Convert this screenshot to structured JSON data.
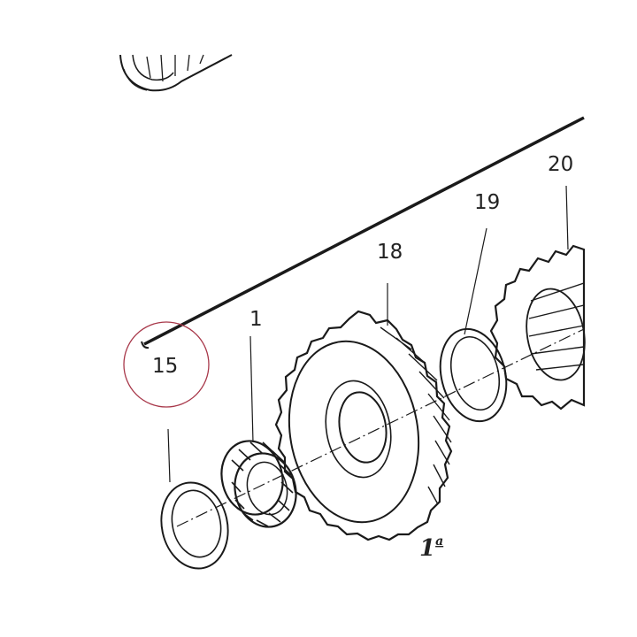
{
  "diagram": {
    "parts": [
      {
        "id": "washer-15",
        "label": "15"
      },
      {
        "id": "bearing-1",
        "label": "1"
      },
      {
        "id": "gear-18",
        "label": "18"
      },
      {
        "id": "washer-19",
        "label": "19"
      },
      {
        "id": "gear-20",
        "label": "20"
      }
    ],
    "gear_name_main": "1",
    "gear_name_sup": "a",
    "highlight_color": "#a8384a",
    "line_color": "#1a1a1a"
  }
}
